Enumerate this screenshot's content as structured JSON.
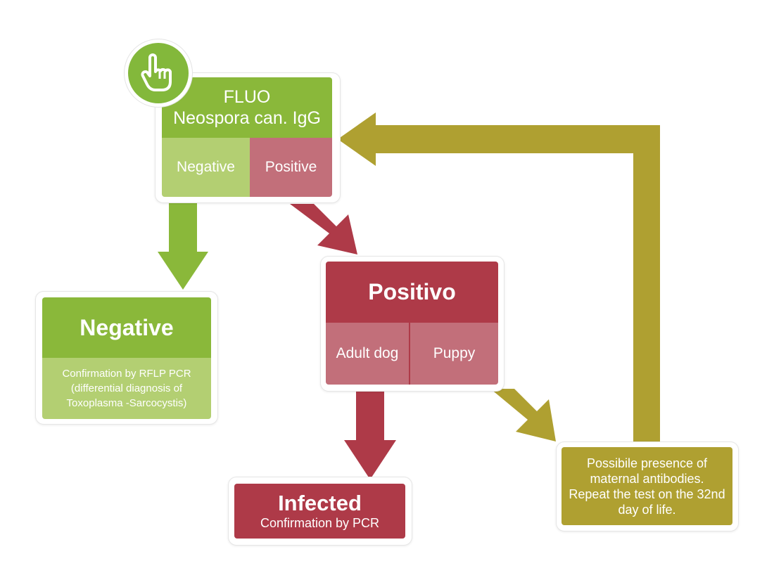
{
  "colors": {
    "green_dark": "#8ab83a",
    "green_light": "#b3cf72",
    "red_dark": "#ae3a48",
    "red_light": "#c26f7a",
    "olive": "#afa031"
  },
  "icon": {
    "name": "pointing-hand-icon"
  },
  "fluo": {
    "title_line1": "FLUO",
    "title_line2": "Neospora can. IgG",
    "negative_label": "Negative",
    "positive_label": "Positive"
  },
  "negative": {
    "title": "Negative",
    "detail": "Confirmation by RFLP PCR (differential diagnosis of Toxoplasma -Sarcocystis)"
  },
  "positivo": {
    "title": "Positivo",
    "adult_label": "Adult dog",
    "puppy_label": "Puppy"
  },
  "infected": {
    "title": "Infected",
    "detail": "Confirmation by PCR"
  },
  "maternal": {
    "text": "Possibile presence of maternal antibodies. Repeat the test  on the 32nd day of life."
  }
}
